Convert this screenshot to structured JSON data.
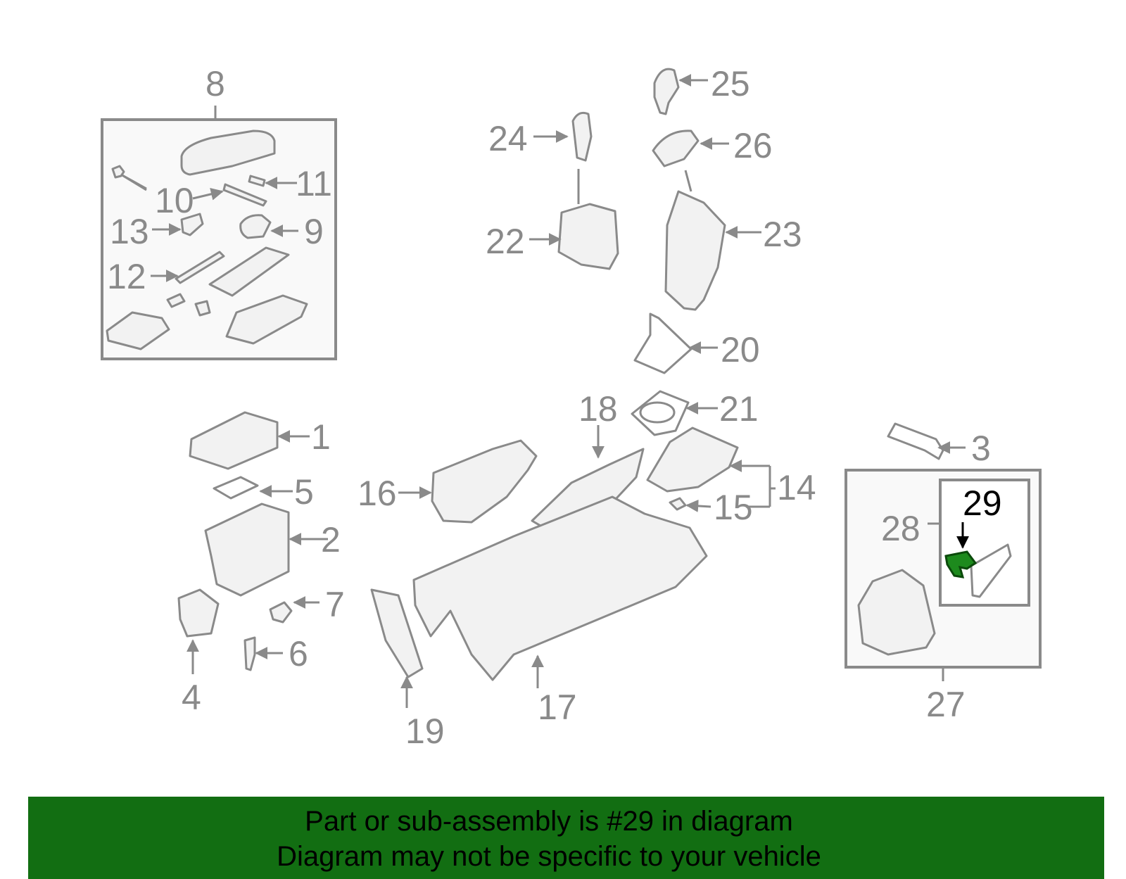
{
  "callouts": {
    "c1": "1",
    "c2": "2",
    "c3": "3",
    "c4": "4",
    "c5": "5",
    "c6": "6",
    "c7": "7",
    "c8": "8",
    "c9": "9",
    "c10": "10",
    "c11": "11",
    "c12": "12",
    "c13": "13",
    "c14": "14",
    "c15": "15",
    "c16": "16",
    "c17": "17",
    "c18": "18",
    "c19": "19",
    "c20": "20",
    "c21": "21",
    "c22": "22",
    "c23": "23",
    "c24": "24",
    "c25": "25",
    "c26": "26",
    "c27": "27",
    "c28": "28",
    "c29": "29"
  },
  "highlighted_part": "29",
  "colors": {
    "banner": "#126e12",
    "highlight_part": "#1d8a1d",
    "outline": "#8a8a8a"
  },
  "banner": {
    "line1": "Part or sub-assembly is #29 in diagram",
    "line2": "Diagram may not be specific to your vehicle"
  }
}
